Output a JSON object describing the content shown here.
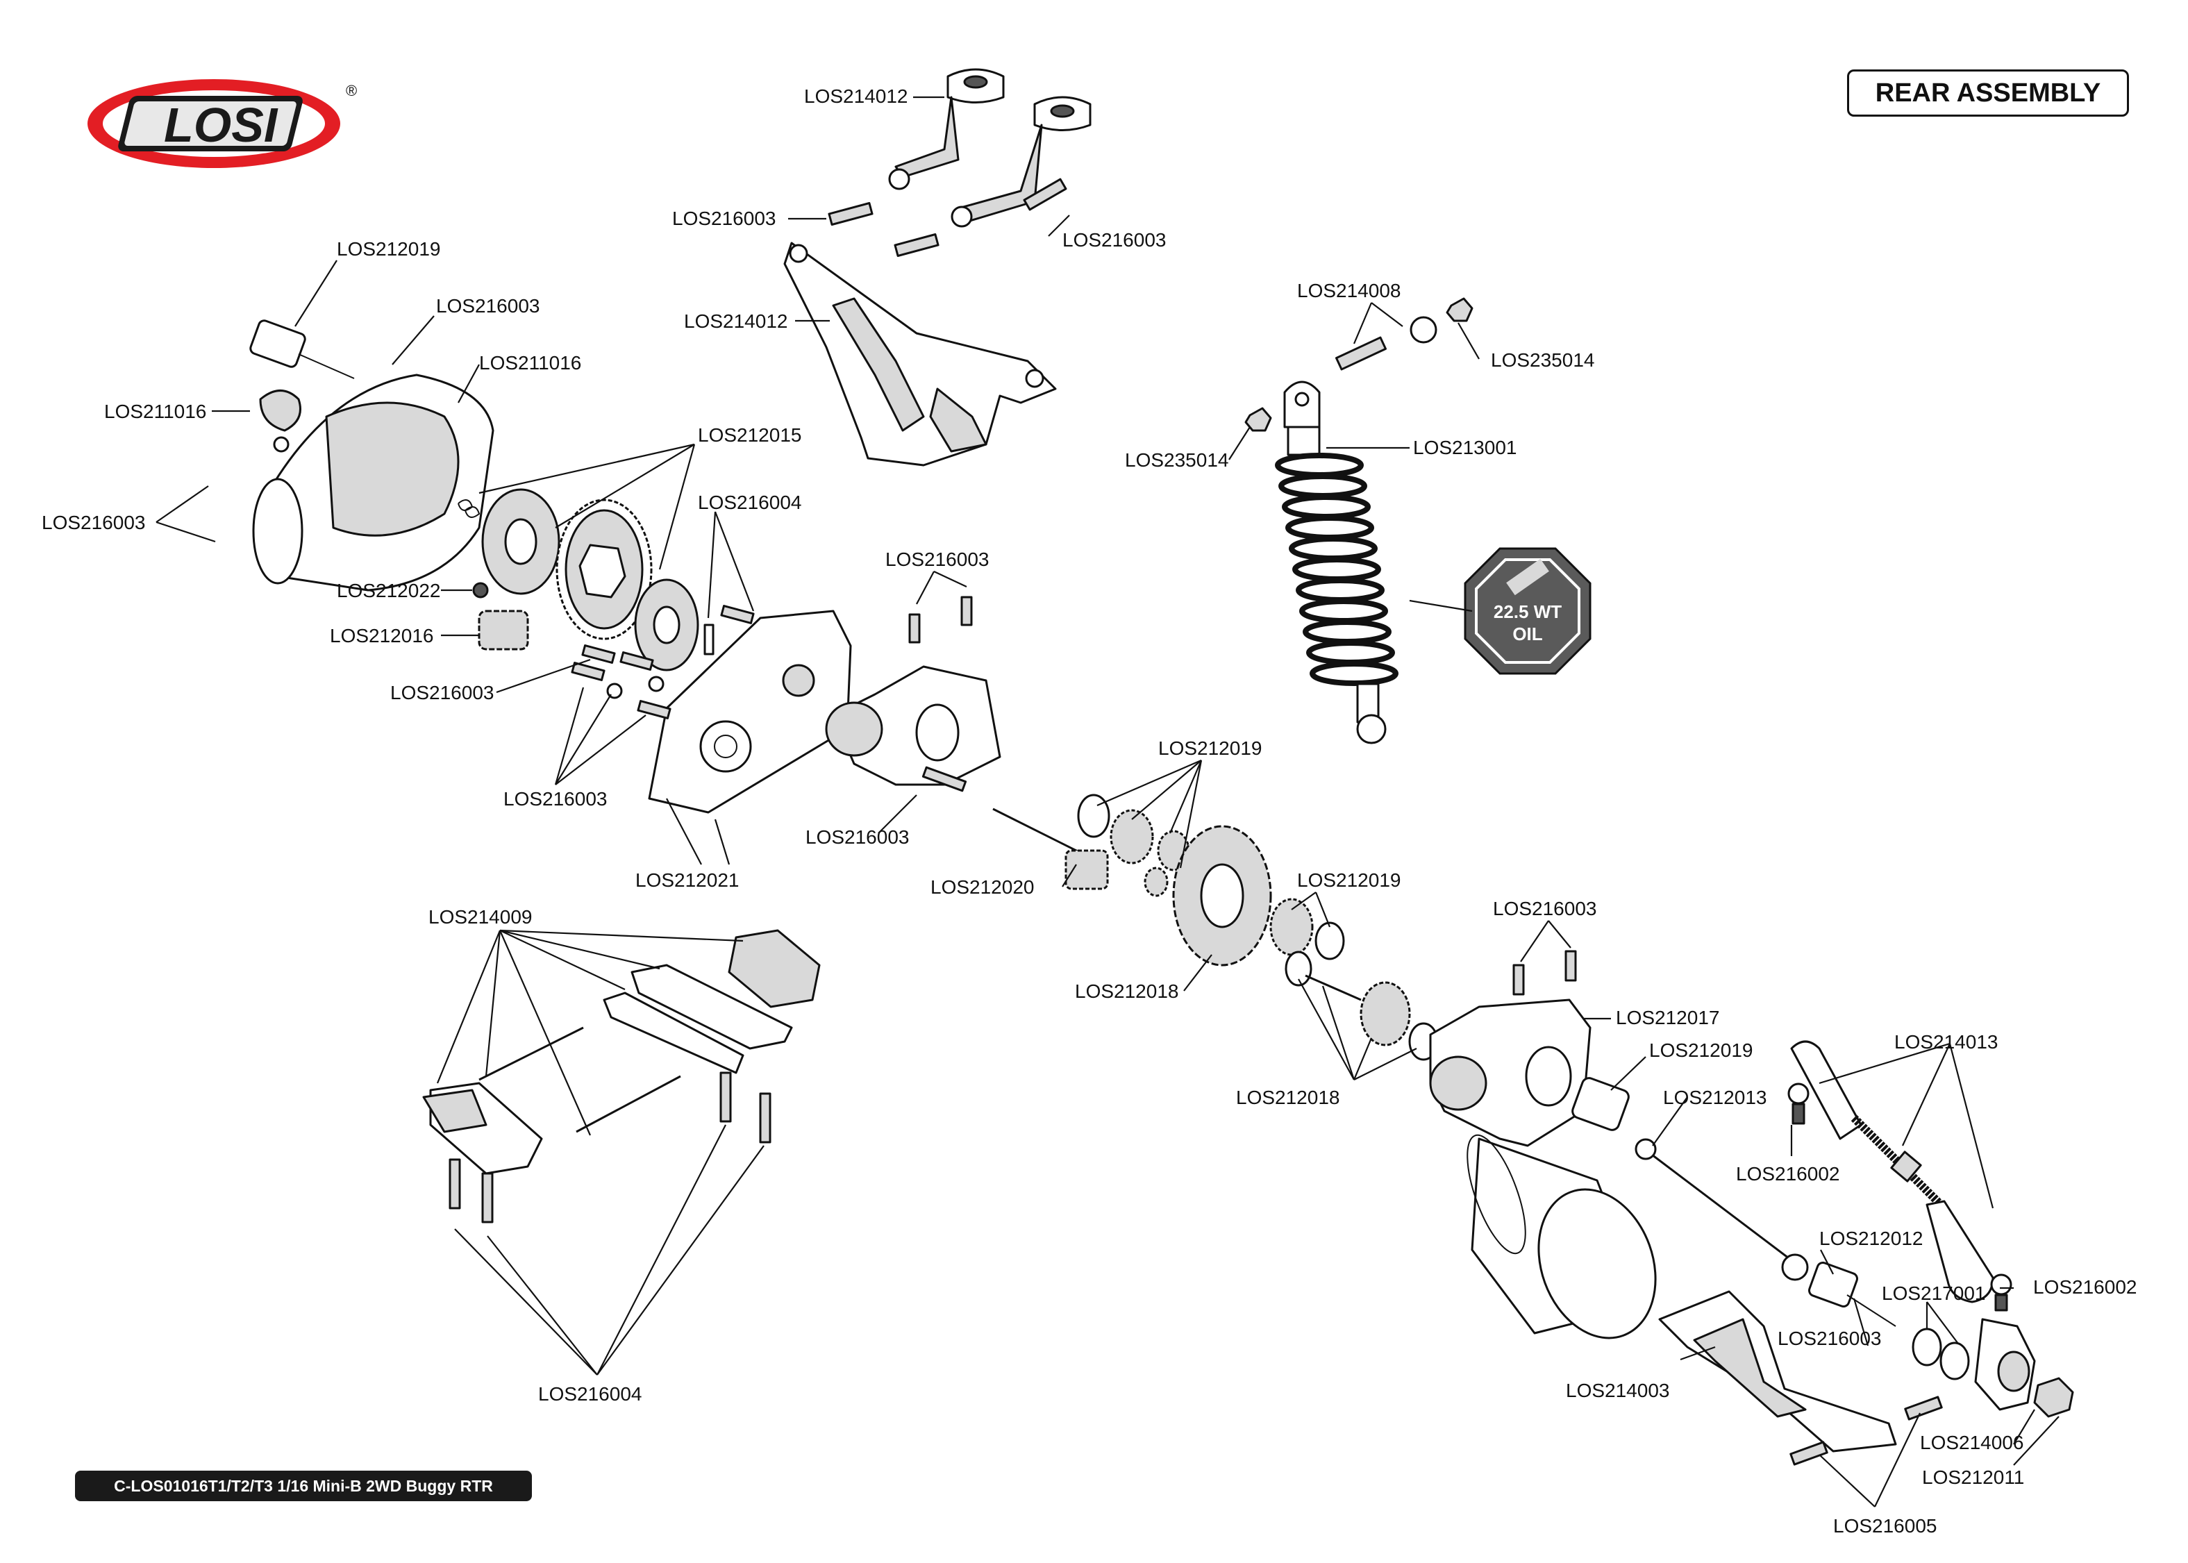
{
  "header": {
    "title": "REAR ASSEMBLY"
  },
  "footer": {
    "model": "C-LOS01016T1/T2/T3 1/16 Mini-B 2WD Buggy RTR"
  },
  "brand": {
    "logo_text": "LOSI",
    "registered": "®",
    "logo_color": "#e31e24"
  },
  "oil_badge": {
    "line1": "22.5 WT",
    "line2": "OIL",
    "color": "#5a5a5a"
  },
  "labels": {
    "l01": "LOS214012",
    "l02": "LOS216003",
    "l03": "LOS216003",
    "l04": "LOS214012",
    "l05": "LOS212019",
    "l06": "LOS216003",
    "l07": "LOS211016",
    "l08": "LOS211016",
    "l09": "LOS216003",
    "l10": "LOS212015",
    "l11": "LOS216004",
    "l12": "LOS212022",
    "l13": "LOS212016",
    "l14": "LOS216003",
    "l15": "LOS216003",
    "l16": "LOS216003",
    "l17": "LOS216003",
    "l18": "LOS212021",
    "l19": "LOS214008",
    "l20": "LOS235014",
    "l21": "LOS235014",
    "l22": "LOS213001",
    "l23": "LOS212019",
    "l24": "LOS212020",
    "l25": "LOS212019",
    "l26": "LOS212018",
    "l27": "LOS216003",
    "l28": "LOS212017",
    "l29": "LOS212018",
    "l30": "LOS212019",
    "l31": "LOS212013",
    "l32": "LOS214013",
    "l33": "LOS216002",
    "l34": "LOS212012",
    "l35": "LOS216002",
    "l36": "LOS217001",
    "l37": "LOS216003",
    "l38": "LOS214003",
    "l39": "LOS214006",
    "l40": "LOS212011",
    "l41": "LOS216005",
    "l42": "LOS214009",
    "l43": "LOS216004"
  }
}
